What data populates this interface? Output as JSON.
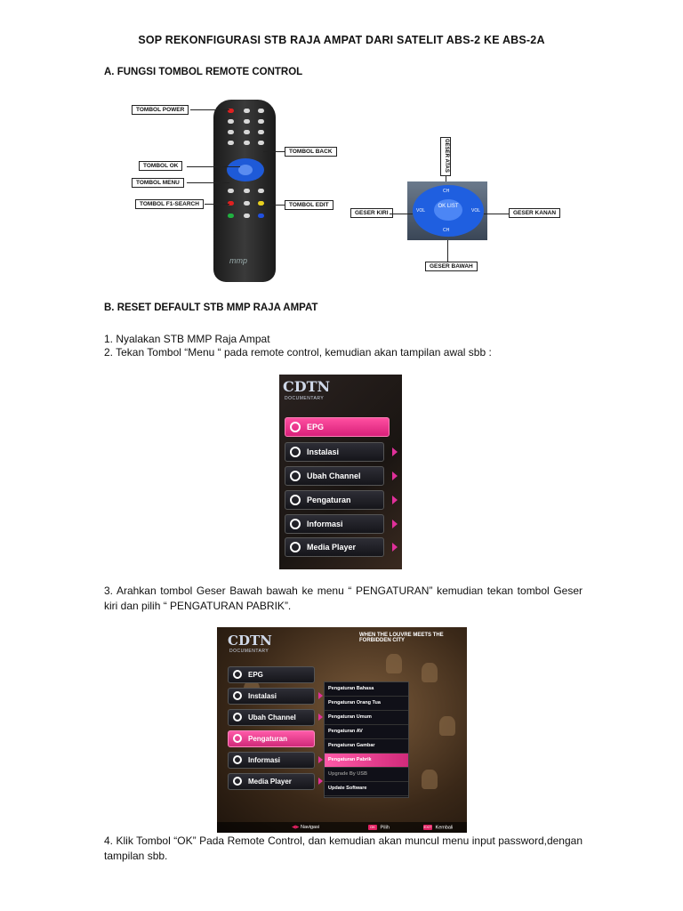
{
  "title": "SOP REKONFIGURASI STB RAJA AMPAT DARI SATELIT ABS-2 KE ABS-2A",
  "section_a": "A.  FUNGSI TOMBOL REMOTE CONTROL",
  "remote": {
    "callouts": {
      "power": "TOMBOL POWER",
      "ok": "TOMBOL OK",
      "menu": "TOMBOL MENU",
      "f1": "TOMBOL F1-SEARCH",
      "back": "TOMBOL BACK",
      "edit": "TOMBOL EDIT"
    },
    "brand": "mmp"
  },
  "dpad": {
    "up": "GESER ATAS",
    "left": "GESER KIRI",
    "right": "GESER KANAN",
    "down": "GESER BAWAH",
    "ok": "OK\nLIST",
    "ch_up": "CH",
    "ch_down": "CH",
    "vol_left": "VOL",
    "vol_right": "VOL"
  },
  "section_b": "B. RESET DEFAULT STB MMP RAJA AMPAT",
  "steps": {
    "s1": "1.  Nyalakan STB MMP Raja Ampat",
    "s2": "2.  Tekan Tombol “Menu “ pada remote control, kemudian akan tampilan awal sbb :",
    "s3": "3.  Arahkan tombol Geser Bawah bawah ke menu “ PENGATURAN” kemudian tekan tombol Geser kiri dan pilih “ PENGATURAN PABRIK”.",
    "s4": "4. Klik Tombol “OK” Pada Remote Control, dan kemudian akan muncul menu input password,dengan tampilan sbb."
  },
  "menu1": {
    "logo": "CDTN",
    "logo_sub": "DOCUMENTARY",
    "items": [
      "EPG",
      "Instalasi",
      "Ubah Channel",
      "Pengaturan",
      "Informasi",
      "Media Player"
    ]
  },
  "menu2": {
    "logo": "CDTN",
    "logo_sub": "DOCUMENTARY",
    "header": "WHEN THE LOUVRE MEETS THE FORBIDDEN CITY",
    "items": [
      "EPG",
      "Instalasi",
      "Ubah Channel",
      "Pengaturan",
      "Informasi",
      "Media Player"
    ],
    "submenu": [
      "Pengaturan Bahasa",
      "Pengaturan Orang Tua",
      "Pengaturan Umum",
      "Pengaturan AV",
      "Pengaturan Gambar",
      "Pengaturan Pabrik",
      "Upgrade By USB",
      "Update Software"
    ],
    "footer": {
      "nav": "Navigasi",
      "ok_key": "OK",
      "ok": "Pilih",
      "exit_key": "EXIT",
      "exit": "Kembali"
    }
  }
}
